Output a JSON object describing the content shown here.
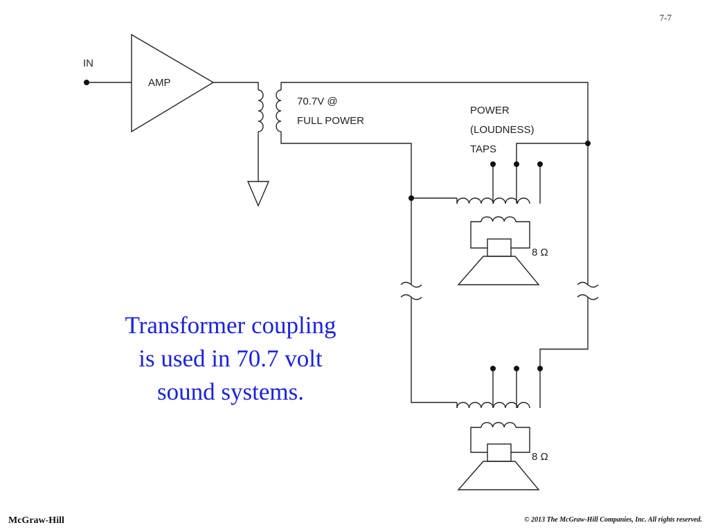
{
  "slide_number": "7-7",
  "diagram": {
    "in_label": "IN",
    "amp_label": "AMP",
    "voltage_line1": "70.7V @",
    "voltage_line2": "FULL POWER",
    "taps_line1": "POWER",
    "taps_line2": "(LOUDNESS)",
    "taps_line3": "TAPS",
    "speaker1_impedance": "8 Ω",
    "speaker2_impedance": "8 Ω"
  },
  "caption": {
    "line1": "Transformer coupling",
    "line2": "is used in 70.7 volt",
    "line3": "sound systems."
  },
  "footer": {
    "publisher": "McGraw-Hill",
    "copyright": "© 2013 The McGraw-Hill Companies, Inc. All rights reserved."
  },
  "colors": {
    "caption_text": "#1a22e0",
    "line": "#222222"
  }
}
